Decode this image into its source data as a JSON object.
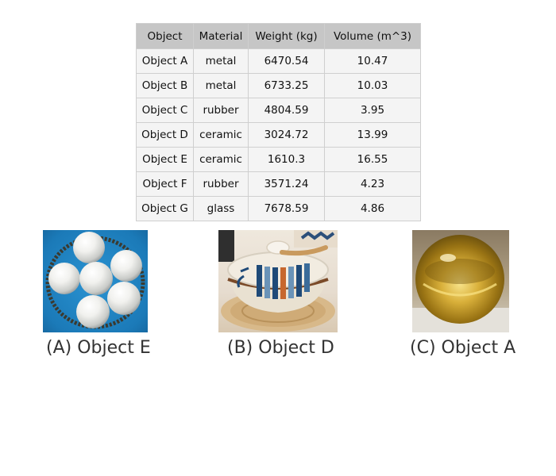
{
  "table": {
    "headers": [
      "Object",
      "Material",
      "Weight (kg)",
      "Volume (m^3)"
    ],
    "rows": [
      [
        "Object A",
        "metal",
        "6470.54",
        "10.47"
      ],
      [
        "Object B",
        "metal",
        "6733.25",
        "10.03"
      ],
      [
        "Object C",
        "rubber",
        "4804.59",
        "3.95"
      ],
      [
        "Object D",
        "ceramic",
        "3024.72",
        "13.99"
      ],
      [
        "Object E",
        "ceramic",
        "1610.3",
        "16.55"
      ],
      [
        "Object F",
        "rubber",
        "3571.24",
        "4.23"
      ],
      [
        "Object G",
        "glass",
        "7678.59",
        "4.86"
      ]
    ]
  },
  "images": [
    {
      "caption": "(A) Object E",
      "icon": "white-ceramic-spheres"
    },
    {
      "caption": "(B) Object D",
      "icon": "ceramic-pot"
    },
    {
      "caption": "(C) Object A",
      "icon": "gold-metal-sphere"
    }
  ],
  "colors": {
    "header_bg": "#c6c6c6",
    "cell_bg": "#f4f4f4",
    "border": "#cfcfcf"
  }
}
